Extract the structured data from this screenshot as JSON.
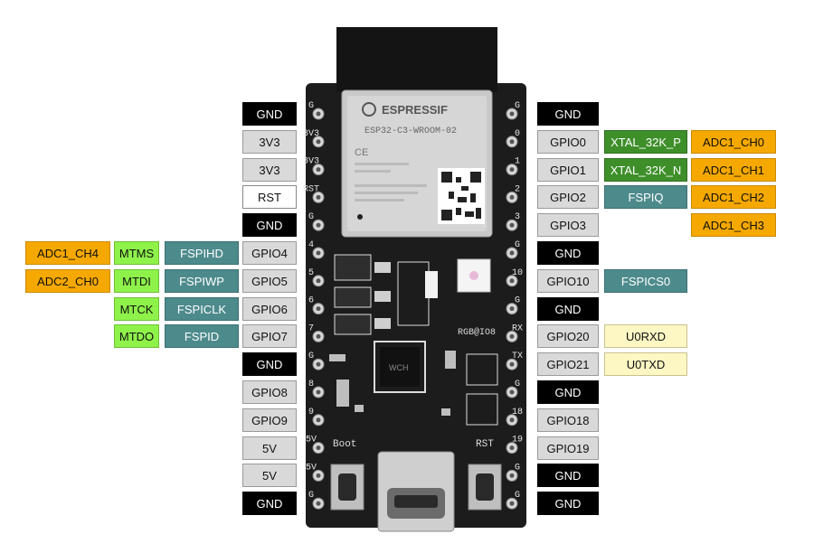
{
  "module": {
    "brand": "ESPRESSIF",
    "model": "ESP32-C3-WROOM-02",
    "ce_mark": "CE",
    "led_label": "RGB@IO8",
    "boot_label": "Boot",
    "rst_label": "RST",
    "silk_left": [
      "G",
      "3V3",
      "3V3",
      "RST",
      "G",
      "4",
      "5",
      "6",
      "7",
      "G",
      "8",
      "9",
      "5V",
      "5V",
      "G"
    ],
    "silk_right": [
      "G",
      "0",
      "1",
      "2",
      "3",
      "G",
      "10",
      "G",
      "RX",
      "TX",
      "G",
      "18",
      "19",
      "G",
      "G"
    ]
  },
  "left_pins": [
    [
      "GND"
    ],
    [
      "3V3"
    ],
    [
      "3V3"
    ],
    [
      "RST"
    ],
    [
      "GND"
    ],
    [
      "GPIO4",
      "FSPIHD",
      "MTMS",
      "ADC1_CH4"
    ],
    [
      "GPIO5",
      "FSPIWP",
      "MTDI",
      "ADC2_CH0"
    ],
    [
      "GPIO6",
      "FSPICLK",
      "MTCK"
    ],
    [
      "GPIO7",
      "FSPID",
      "MTDO"
    ],
    [
      "GND"
    ],
    [
      "GPIO8"
    ],
    [
      "GPIO9"
    ],
    [
      "5V"
    ],
    [
      "5V"
    ],
    [
      "GND"
    ]
  ],
  "right_pins": [
    [
      "GND"
    ],
    [
      "GPIO0",
      "XTAL_32K_P",
      "ADC1_CH0"
    ],
    [
      "GPIO1",
      "XTAL_32K_N",
      "ADC1_CH1"
    ],
    [
      "GPIO2",
      "FSPIQ",
      "ADC1_CH2"
    ],
    [
      "GPIO3",
      "",
      "ADC1_CH3"
    ],
    [
      "GND"
    ],
    [
      "GPIO10",
      "FSPICS0"
    ],
    [
      "GND"
    ],
    [
      "GPIO20",
      "U0RXD"
    ],
    [
      "GPIO21",
      "U0TXD"
    ],
    [
      "GND"
    ],
    [
      "GPIO18"
    ],
    [
      "GPIO19"
    ],
    [
      "GND"
    ],
    [
      "GND"
    ]
  ],
  "label_colors": {
    "gnd": "#000000",
    "power": "#d9d9d9",
    "gpio": "#d9d9d9",
    "spi": "#4d8a8c",
    "jtag": "#8ef24a",
    "adc": "#f5a800",
    "xtal": "#3e8f2a",
    "uart": "#fdf7c4",
    "board": "#1c1c1c"
  }
}
